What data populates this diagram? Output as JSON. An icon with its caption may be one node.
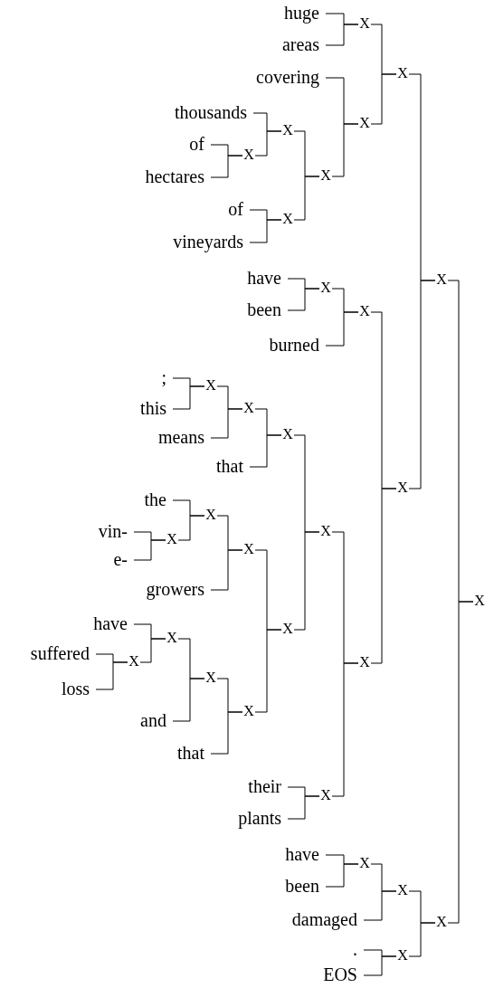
{
  "diagram": {
    "nodes": [
      {
        "text": [
          "huge"
        ]
      },
      {
        "text": [
          "X"
        ]
      },
      {
        "text": [
          "areas"
        ]
      },
      {
        "text": [
          "X"
        ]
      },
      {
        "text": [
          "covering"
        ]
      },
      {
        "text": [
          "thousands"
        ]
      },
      {
        "text": [
          "X"
        ]
      },
      {
        "text": [
          "X"
        ]
      },
      {
        "text": [
          "of"
        ]
      },
      {
        "text": [
          "X"
        ]
      },
      {
        "text": [
          "X"
        ]
      },
      {
        "text": [
          "hectares"
        ]
      },
      {
        "text": [
          "of"
        ]
      },
      {
        "text": [
          "X"
        ]
      },
      {
        "text": [
          "vineyards"
        ]
      },
      {
        "text": [
          "have"
        ]
      },
      {
        "text": [
          "X"
        ]
      },
      {
        "text": [
          "X"
        ]
      },
      {
        "text": [
          "been"
        ]
      },
      {
        "text": [
          "X"
        ]
      },
      {
        "text": [
          "burned"
        ]
      },
      {
        "text": [
          ";"
        ]
      },
      {
        "text": [
          "X"
        ]
      },
      {
        "text": [
          "this"
        ]
      },
      {
        "text": [
          "X"
        ]
      },
      {
        "text": [
          "X"
        ]
      },
      {
        "text": [
          "means"
        ]
      },
      {
        "text": [
          "that"
        ]
      },
      {
        "text": [
          "X"
        ]
      },
      {
        "text": [
          "the"
        ]
      },
      {
        "text": [
          "X"
        ]
      },
      {
        "text": [
          "vin-"
        ]
      },
      {
        "text": [
          "X"
        ]
      },
      {
        "text": [
          "X"
        ]
      },
      {
        "text": [
          "X"
        ]
      },
      {
        "text": [
          "e-"
        ]
      },
      {
        "text": [
          "growers"
        ]
      },
      {
        "text": [
          "X"
        ]
      },
      {
        "text": [
          "have"
        ]
      },
      {
        "text": [
          "X"
        ]
      },
      {
        "text": [
          "X"
        ]
      },
      {
        "text": [
          "suffered"
        ]
      },
      {
        "text": [
          "X"
        ]
      },
      {
        "text": [
          "X"
        ]
      },
      {
        "text": [
          "X"
        ]
      },
      {
        "text": [
          "loss"
        ]
      },
      {
        "text": [
          "X"
        ]
      },
      {
        "text": [
          "and"
        ]
      },
      {
        "text": [
          "that"
        ]
      },
      {
        "text": [
          "their"
        ]
      },
      {
        "text": [
          "X"
        ]
      },
      {
        "text": [
          "plants"
        ]
      },
      {
        "text": [
          "have"
        ]
      },
      {
        "text": [
          "X"
        ]
      },
      {
        "text": [
          "been"
        ]
      },
      {
        "text": [
          "X"
        ]
      },
      {
        "text": [
          "damaged"
        ]
      },
      {
        "text": [
          "X"
        ]
      },
      {
        "text": [
          "."
        ]
      },
      {
        "text": [
          "X"
        ]
      },
      {
        "text": [
          "EOS"
        ]
      }
    ],
    "edges": [
      {
        "from": 0,
        "to": 1,
        "arrow": "none"
      },
      {
        "from": 2,
        "to": 1,
        "arrow": "none"
      },
      {
        "from": 1,
        "to": 3,
        "arrow": "none"
      },
      {
        "from": 6,
        "to": 3,
        "arrow": "none"
      },
      {
        "from": 4,
        "to": 6,
        "arrow": "none"
      },
      {
        "from": 10,
        "to": 6,
        "arrow": "none"
      },
      {
        "from": 7,
        "to": 10,
        "arrow": "none"
      },
      {
        "from": 13,
        "to": 10,
        "arrow": "none"
      },
      {
        "from": 5,
        "to": 7,
        "arrow": "none"
      },
      {
        "from": 9,
        "to": 7,
        "arrow": "none"
      },
      {
        "from": 8,
        "to": 9,
        "arrow": "none"
      },
      {
        "from": 11,
        "to": 9,
        "arrow": "none"
      },
      {
        "from": 12,
        "to": 13,
        "arrow": "none"
      },
      {
        "from": 14,
        "to": 13,
        "arrow": "none"
      },
      {
        "from": 3,
        "to": 16,
        "arrow": "none"
      },
      {
        "from": 28,
        "to": 16,
        "arrow": "none"
      },
      {
        "from": 15,
        "to": 17,
        "arrow": "none"
      },
      {
        "from": 18,
        "to": 17,
        "arrow": "none"
      },
      {
        "from": 17,
        "to": 19,
        "arrow": "none"
      },
      {
        "from": 20,
        "to": 19,
        "arrow": "none"
      },
      {
        "from": 19,
        "to": 28,
        "arrow": "none"
      },
      {
        "from": 43,
        "to": 28,
        "arrow": "none"
      },
      {
        "from": 16,
        "to": 37,
        "arrow": "none"
      },
      {
        "from": 57,
        "to": 37,
        "arrow": "none"
      },
      {
        "from": 21,
        "to": 22,
        "arrow": "none"
      },
      {
        "from": 23,
        "to": 22,
        "arrow": "none"
      },
      {
        "from": 22,
        "to": 24,
        "arrow": "none"
      },
      {
        "from": 26,
        "to": 24,
        "arrow": "none"
      },
      {
        "from": 24,
        "to": 25,
        "arrow": "none"
      },
      {
        "from": 27,
        "to": 25,
        "arrow": "none"
      },
      {
        "from": 25,
        "to": 32,
        "arrow": "none"
      },
      {
        "from": 39,
        "to": 32,
        "arrow": "none"
      },
      {
        "from": 29,
        "to": 30,
        "arrow": "none"
      },
      {
        "from": 33,
        "to": 30,
        "arrow": "none"
      },
      {
        "from": 31,
        "to": 33,
        "arrow": "none"
      },
      {
        "from": 35,
        "to": 33,
        "arrow": "none"
      },
      {
        "from": 30,
        "to": 34,
        "arrow": "none"
      },
      {
        "from": 36,
        "to": 34,
        "arrow": "none"
      },
      {
        "from": 34,
        "to": 39,
        "arrow": "none"
      },
      {
        "from": 46,
        "to": 39,
        "arrow": "none"
      },
      {
        "from": 38,
        "to": 40,
        "arrow": "none"
      },
      {
        "from": 42,
        "to": 40,
        "arrow": "none"
      },
      {
        "from": 41,
        "to": 42,
        "arrow": "none"
      },
      {
        "from": 45,
        "to": 42,
        "arrow": "none"
      },
      {
        "from": 40,
        "to": 44,
        "arrow": "none"
      },
      {
        "from": 47,
        "to": 44,
        "arrow": "none"
      },
      {
        "from": 44,
        "to": 46,
        "arrow": "none"
      },
      {
        "from": 48,
        "to": 46,
        "arrow": "none"
      },
      {
        "from": 32,
        "to": 43,
        "arrow": "none"
      },
      {
        "from": 50,
        "to": 43,
        "arrow": "none"
      },
      {
        "from": 49,
        "to": 50,
        "arrow": "none"
      },
      {
        "from": 51,
        "to": 50,
        "arrow": "none"
      },
      {
        "from": 52,
        "to": 53,
        "arrow": "none"
      },
      {
        "from": 54,
        "to": 53,
        "arrow": "none"
      },
      {
        "from": 53,
        "to": 55,
        "arrow": "none"
      },
      {
        "from": 56,
        "to": 55,
        "arrow": "none"
      },
      {
        "from": 55,
        "to": 57,
        "arrow": "none"
      },
      {
        "from": 59,
        "to": 57,
        "arrow": "none"
      },
      {
        "from": 58,
        "to": 59,
        "arrow": "none"
      },
      {
        "from": 60,
        "to": 59,
        "arrow": "none"
      }
    ]
  }
}
